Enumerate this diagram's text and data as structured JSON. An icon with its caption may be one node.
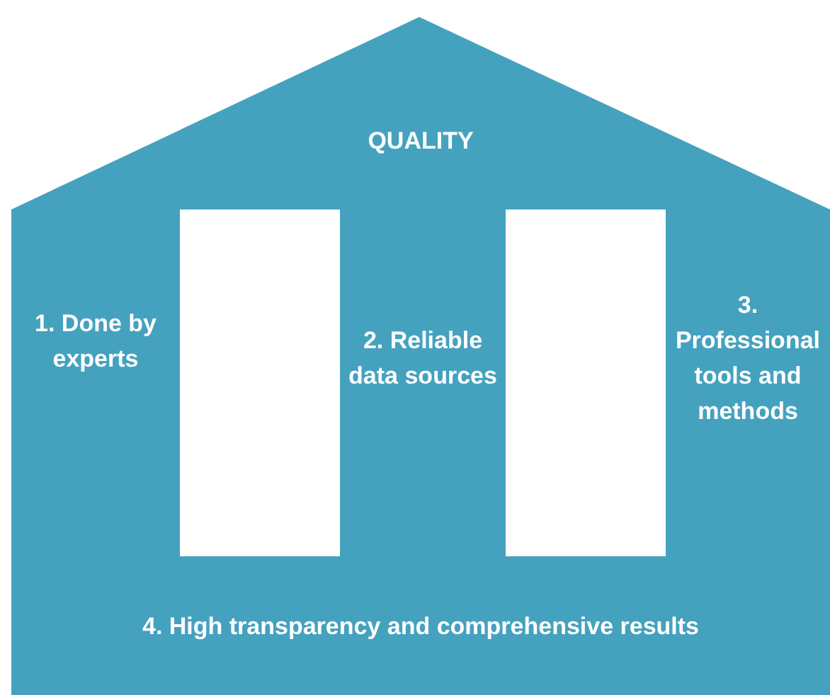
{
  "diagram": {
    "nodes": [
      {
        "text": [
          "QUALITY"
        ]
      },
      {
        "text": [
          "1. Done by experts"
        ]
      },
      {
        "text": [
          "2. Reliable data sources"
        ]
      },
      {
        "text": [
          "3. Professional tools and methods"
        ]
      },
      {
        "text": [
          "4. High transparency and comprehensive results"
        ]
      }
    ]
  }
}
